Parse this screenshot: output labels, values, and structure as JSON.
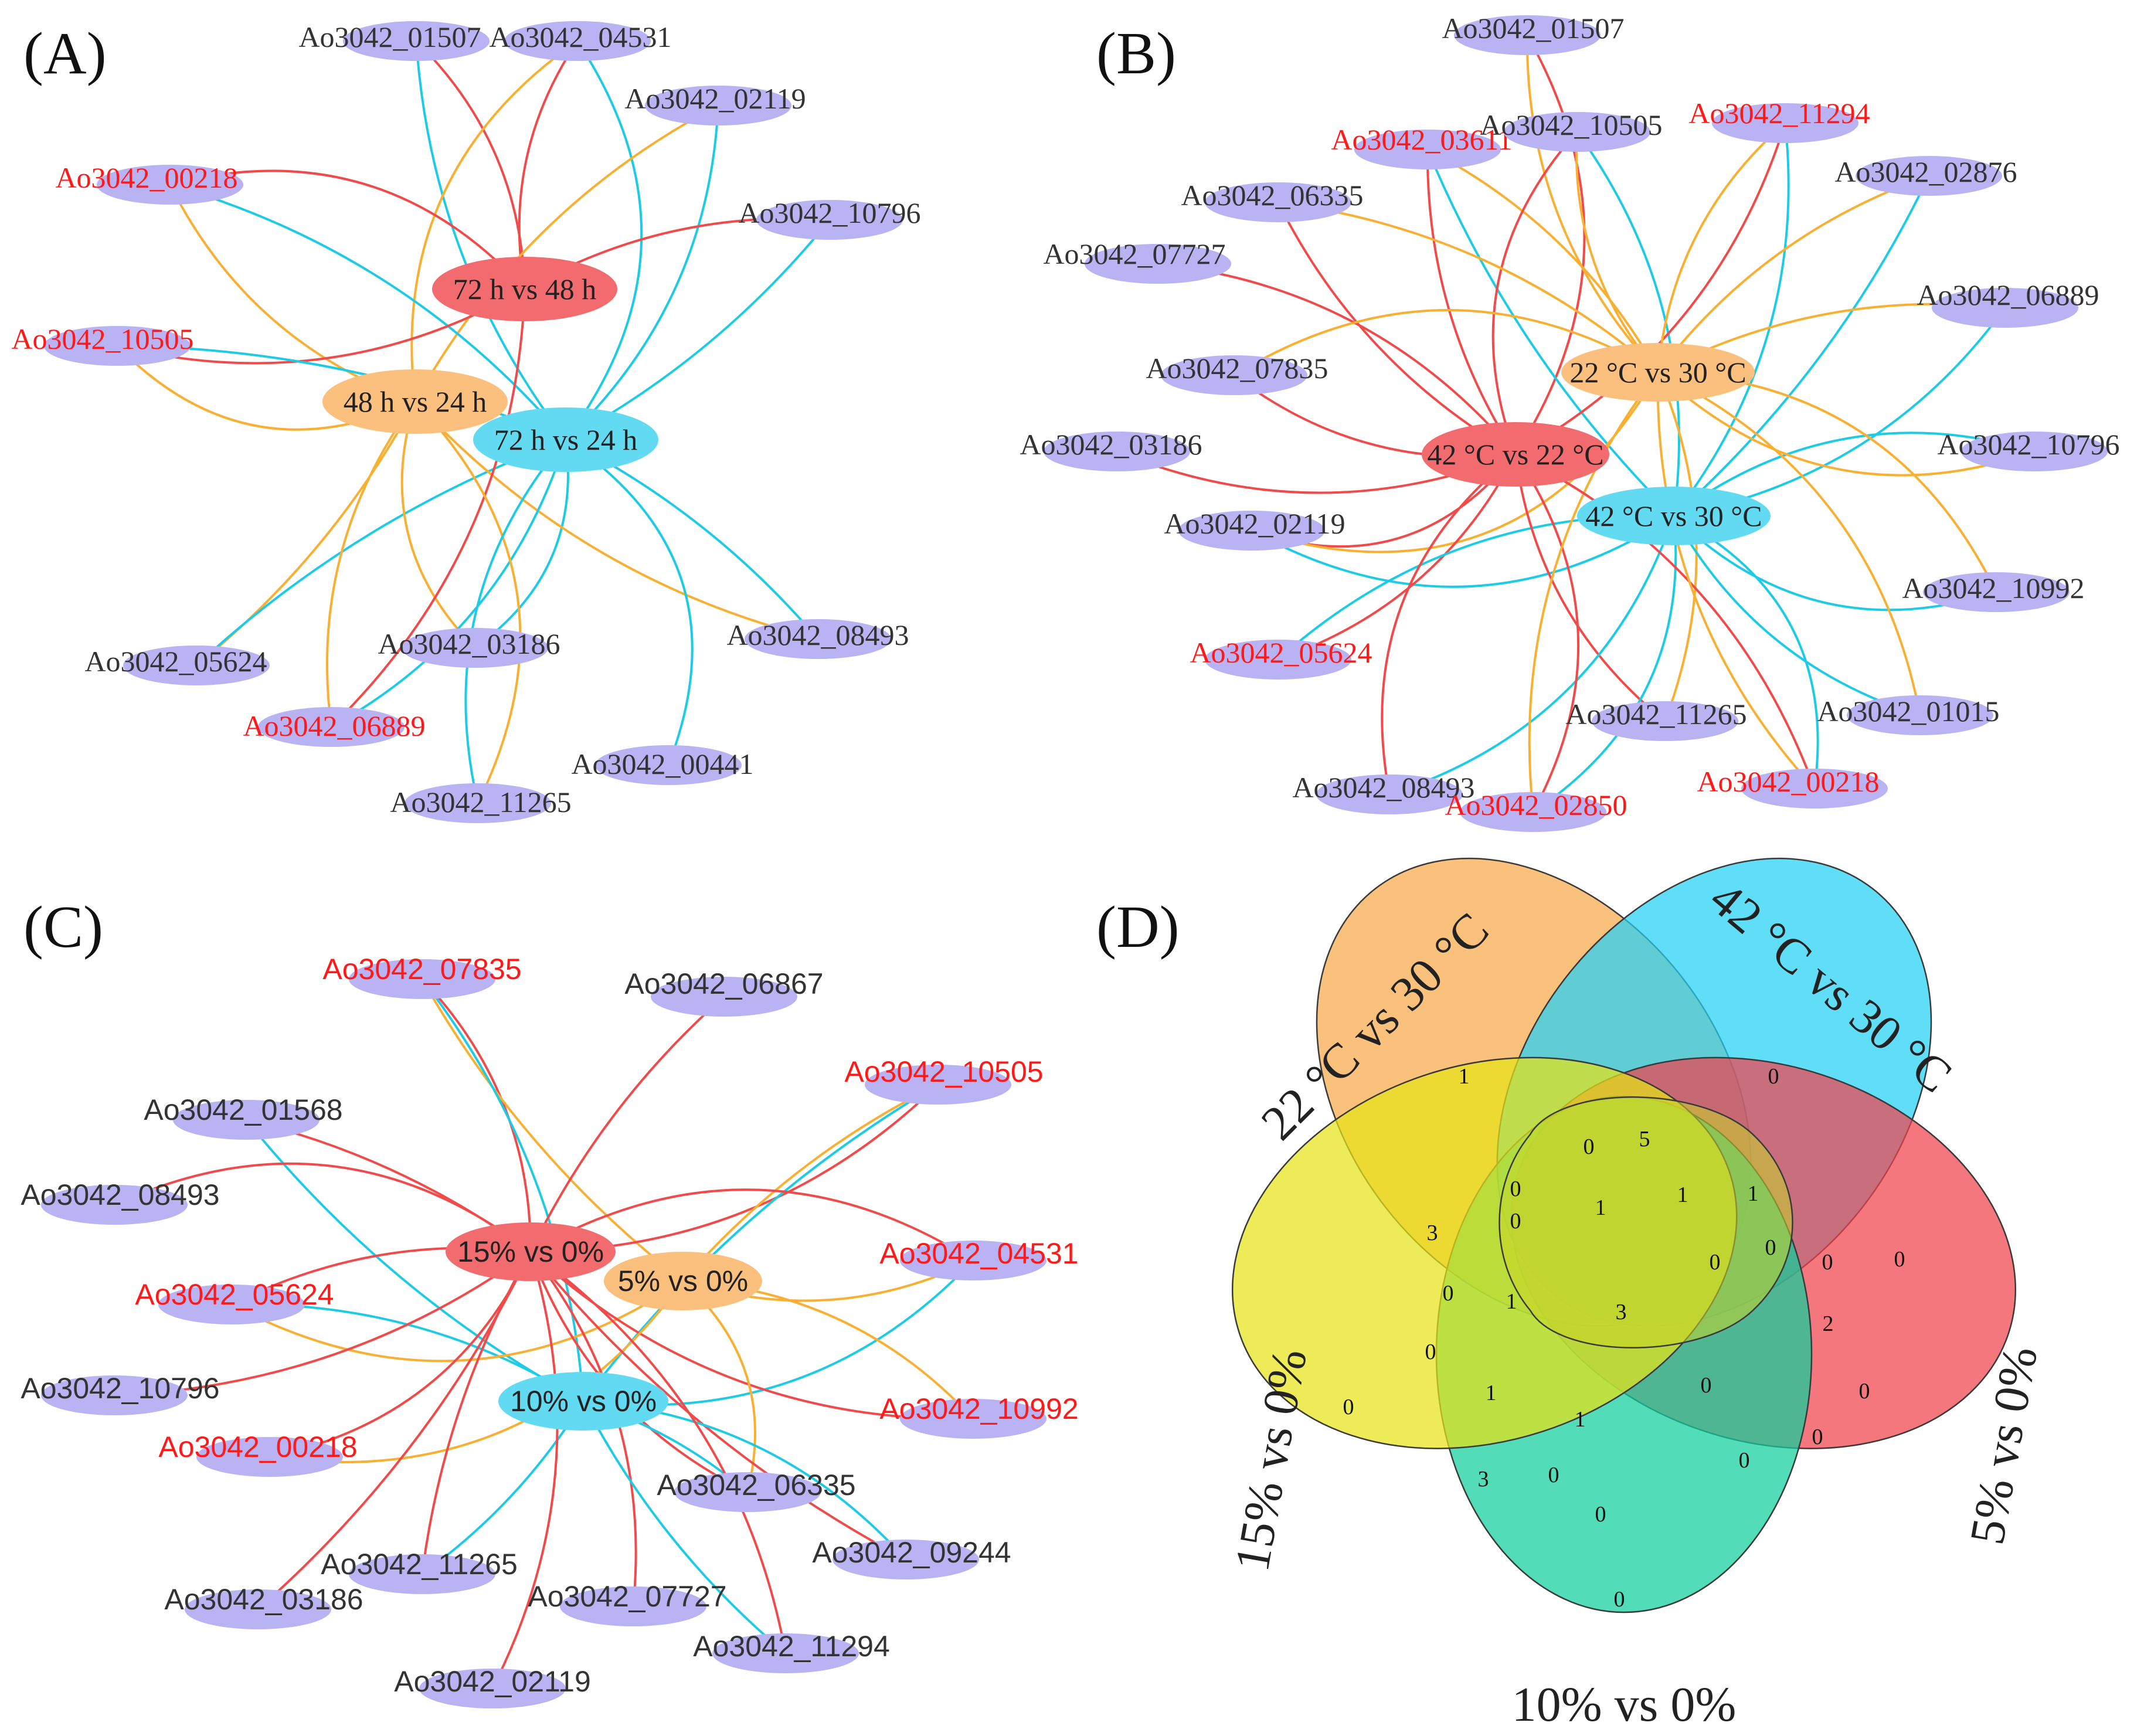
{
  "colors": {
    "node_fill": "#b9b3f3",
    "highlight_text": "#ff1a1a",
    "normal_text": "#333333",
    "edge_red": "#f04a4a",
    "edge_orange": "#f9b032",
    "edge_cyan": "#1ecbe6",
    "hub_red": "#f26b6f",
    "hub_orange": "#fcc07e",
    "hub_cyan": "#62daf2",
    "venn_orange": "#f7a948",
    "venn_cyan": "#22d1f5",
    "venn_red": "#f0424c",
    "venn_yellow": "#e6e316",
    "venn_green": "#0fcf9b"
  },
  "panels": {
    "A": {
      "label": "(A)",
      "hubs": [
        {
          "id": "h72_48",
          "label": "72 h vs 48 h",
          "color": "red"
        },
        {
          "id": "h48_24",
          "label": "48 h vs 24 h",
          "color": "orange"
        },
        {
          "id": "h72_24",
          "label": "72 h vs 24 h",
          "color": "cyan"
        }
      ],
      "genes": [
        {
          "id": "g01507",
          "label": "Ao3042_01507",
          "highlight": false
        },
        {
          "id": "g04531",
          "label": "Ao3042_04531",
          "highlight": false
        },
        {
          "id": "g02119",
          "label": "Ao3042_02119",
          "highlight": false
        },
        {
          "id": "g00218",
          "label": "Ao3042_00218",
          "highlight": true
        },
        {
          "id": "g10796",
          "label": "Ao3042_10796",
          "highlight": false
        },
        {
          "id": "g10505",
          "label": "Ao3042_10505",
          "highlight": true
        },
        {
          "id": "g05624",
          "label": "Ao3042_05624",
          "highlight": false
        },
        {
          "id": "g03186",
          "label": "Ao3042_03186",
          "highlight": false
        },
        {
          "id": "g08493",
          "label": "Ao3042_08493",
          "highlight": false
        },
        {
          "id": "g06889",
          "label": "Ao3042_06889",
          "highlight": true
        },
        {
          "id": "g00441",
          "label": "Ao3042_00441",
          "highlight": false
        },
        {
          "id": "g11265",
          "label": "Ao3042_11265",
          "highlight": false
        }
      ]
    },
    "B": {
      "label": "(B)",
      "hubs": [
        {
          "id": "h22_30",
          "label": "22 °C vs 30 °C",
          "color": "orange"
        },
        {
          "id": "h42_22",
          "label": "42 °C vs 22 °C",
          "color": "red"
        },
        {
          "id": "h42_30",
          "label": "42 °C vs 30 °C",
          "color": "cyan"
        }
      ],
      "genes": [
        {
          "id": "g01507",
          "label": "Ao3042_01507",
          "highlight": false
        },
        {
          "id": "g03611",
          "label": "Ao3042_03611",
          "highlight": true
        },
        {
          "id": "g10505",
          "label": "Ao3042_10505",
          "highlight": false
        },
        {
          "id": "g11294",
          "label": "Ao3042_11294",
          "highlight": true
        },
        {
          "id": "g06335",
          "label": "Ao3042_06335",
          "highlight": false
        },
        {
          "id": "g02876",
          "label": "Ao3042_02876",
          "highlight": false
        },
        {
          "id": "g07727",
          "label": "Ao3042_07727",
          "highlight": false
        },
        {
          "id": "g06889",
          "label": "Ao3042_06889",
          "highlight": false
        },
        {
          "id": "g07835",
          "label": "Ao3042_07835",
          "highlight": false
        },
        {
          "id": "g03186",
          "label": "Ao3042_03186",
          "highlight": false
        },
        {
          "id": "g10796",
          "label": "Ao3042_10796",
          "highlight": false
        },
        {
          "id": "g02119",
          "label": "Ao3042_02119",
          "highlight": false
        },
        {
          "id": "g10992",
          "label": "Ao3042_10992",
          "highlight": false
        },
        {
          "id": "g05624",
          "label": "Ao3042_05624",
          "highlight": true
        },
        {
          "id": "g11265",
          "label": "Ao3042_11265",
          "highlight": false
        },
        {
          "id": "g01015",
          "label": "Ao3042_01015",
          "highlight": false
        },
        {
          "id": "g08493",
          "label": "Ao3042_08493",
          "highlight": false
        },
        {
          "id": "g02850",
          "label": "Ao3042_02850",
          "highlight": true
        },
        {
          "id": "g00218",
          "label": "Ao3042_00218",
          "highlight": true
        }
      ]
    },
    "C": {
      "label": "(C)",
      "hubs": [
        {
          "id": "h15_0",
          "label": "15% vs 0%",
          "color": "red"
        },
        {
          "id": "h5_0",
          "label": "5% vs 0%",
          "color": "orange"
        },
        {
          "id": "h10_0",
          "label": "10% vs 0%",
          "color": "cyan"
        }
      ],
      "genes": [
        {
          "id": "g07835",
          "label": "Ao3042_07835",
          "highlight": true
        },
        {
          "id": "g06867",
          "label": "Ao3042_06867",
          "highlight": false
        },
        {
          "id": "g10505",
          "label": "Ao3042_10505",
          "highlight": true
        },
        {
          "id": "g01568",
          "label": "Ao3042_01568",
          "highlight": false
        },
        {
          "id": "g08493",
          "label": "Ao3042_08493",
          "highlight": false
        },
        {
          "id": "g04531",
          "label": "Ao3042_04531",
          "highlight": true
        },
        {
          "id": "g05624",
          "label": "Ao3042_05624",
          "highlight": true
        },
        {
          "id": "g10796",
          "label": "Ao3042_10796",
          "highlight": false
        },
        {
          "id": "g10992",
          "label": "Ao3042_10992",
          "highlight": true
        },
        {
          "id": "g00218",
          "label": "Ao3042_00218",
          "highlight": true
        },
        {
          "id": "g06335",
          "label": "Ao3042_06335",
          "highlight": false
        },
        {
          "id": "g09244",
          "label": "Ao3042_09244",
          "highlight": false
        },
        {
          "id": "g11265",
          "label": "Ao3042_11265",
          "highlight": false
        },
        {
          "id": "g03186",
          "label": "Ao3042_03186",
          "highlight": false
        },
        {
          "id": "g07727",
          "label": "Ao3042_07727",
          "highlight": false
        },
        {
          "id": "g11294",
          "label": "Ao3042_11294",
          "highlight": false
        },
        {
          "id": "g02119",
          "label": "Ao3042_02119",
          "highlight": false
        }
      ]
    },
    "D": {
      "label": "(D)",
      "sets": [
        {
          "id": "s22_30",
          "label": "22 °C vs 30 °C",
          "color": "orange"
        },
        {
          "id": "s42_30",
          "label": "42 °C vs 30 °C",
          "color": "cyan"
        },
        {
          "id": "s5_0",
          "label": "5% vs 0%",
          "color": "red"
        },
        {
          "id": "s10_0",
          "label": "10% vs 0%",
          "color": "green"
        },
        {
          "id": "s15_0",
          "label": "15% vs 0%",
          "color": "yellow"
        }
      ],
      "regions": [
        {
          "id": "only_22_30",
          "value": "1"
        },
        {
          "id": "only_42_30",
          "value": "0"
        },
        {
          "id": "22_30_and_42_30",
          "value": "5"
        },
        {
          "id": "r_0_a",
          "value": "0"
        },
        {
          "id": "r_0_b",
          "value": "0"
        },
        {
          "id": "r_1_a",
          "value": "1"
        },
        {
          "id": "r_1_b",
          "value": "1"
        },
        {
          "id": "r_1_c",
          "value": "1"
        },
        {
          "id": "r_3_a",
          "value": "3"
        },
        {
          "id": "r_0_c",
          "value": "0"
        },
        {
          "id": "r_0_d",
          "value": "0"
        },
        {
          "id": "r_0_e",
          "value": "0"
        },
        {
          "id": "r_0_f",
          "value": "0"
        },
        {
          "id": "r_1_d",
          "value": "1"
        },
        {
          "id": "r_3_center",
          "value": "3"
        },
        {
          "id": "r_0_g",
          "value": "0"
        },
        {
          "id": "r_0_h",
          "value": "0"
        },
        {
          "id": "only_5_0",
          "value": "0"
        },
        {
          "id": "only_15_0",
          "value": "2"
        },
        {
          "id": "r_0_i",
          "value": "0"
        },
        {
          "id": "r_1_e",
          "value": "1"
        },
        {
          "id": "r_1_f",
          "value": "1"
        },
        {
          "id": "r_0_j",
          "value": "0"
        },
        {
          "id": "r_0_k",
          "value": "0"
        },
        {
          "id": "r_3_b",
          "value": "3"
        },
        {
          "id": "r_0_l",
          "value": "0"
        },
        {
          "id": "r_0_m",
          "value": "0"
        },
        {
          "id": "r_0_n",
          "value": "0"
        },
        {
          "id": "r_0_o",
          "value": "0"
        },
        {
          "id": "only_10_0",
          "value": "0"
        }
      ]
    }
  }
}
